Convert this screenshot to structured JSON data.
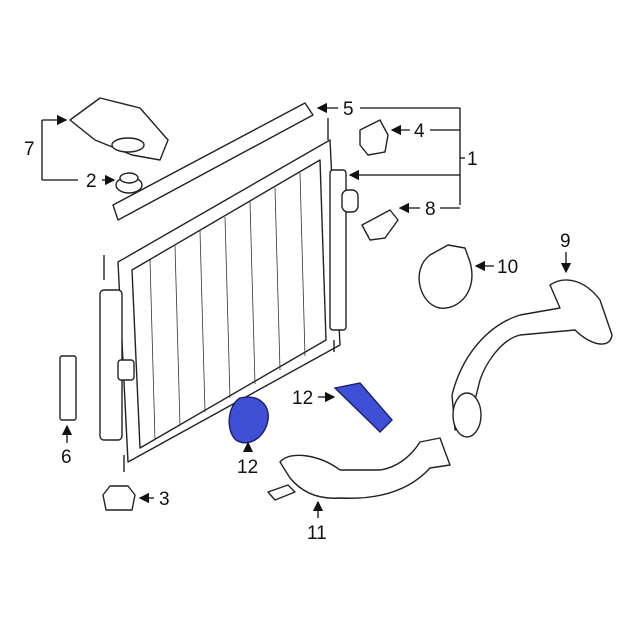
{
  "diagram": {
    "callouts": {
      "c1": "1",
      "c2": "2",
      "c3": "3",
      "c4": "4",
      "c5": "5",
      "c6": "6",
      "c7": "7",
      "c8": "8",
      "c9": "9",
      "c10": "10",
      "c11": "11",
      "c12a": "12",
      "c12b": "12"
    },
    "colors": {
      "highlight": "#3f4fd6",
      "line": "#222222"
    }
  }
}
